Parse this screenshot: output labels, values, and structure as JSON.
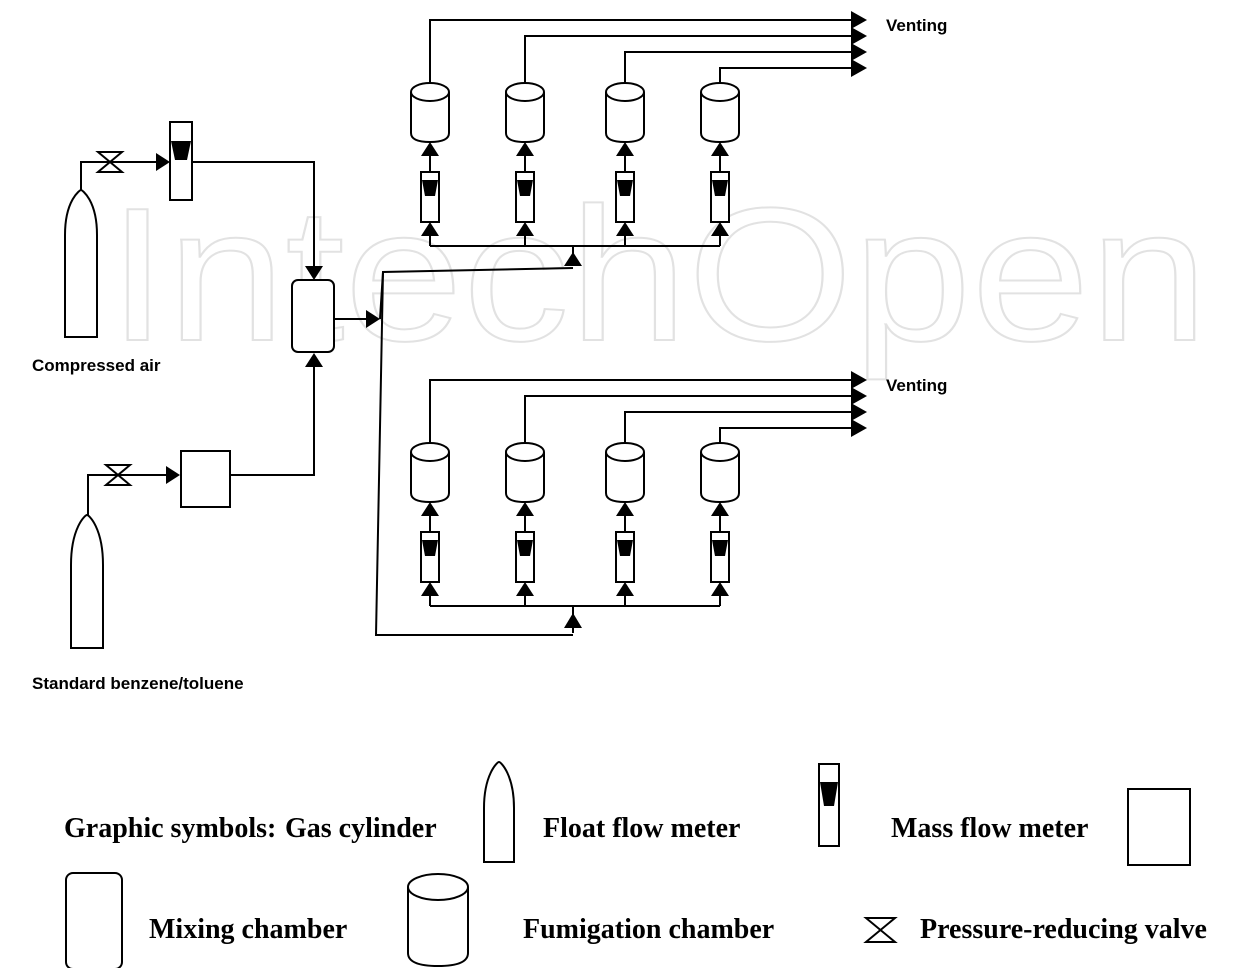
{
  "watermark": "IntechOpen",
  "labels": {
    "compressed_air": "Compressed air",
    "standard_gas": "Standard benzene/toluene",
    "venting_top": "Venting",
    "venting_bottom": "Venting"
  },
  "legend": {
    "title": "Graphic symbols:",
    "gas_cylinder": "Gas cylinder",
    "float_flow_meter": "Float flow meter",
    "mass_flow_meter": "Mass flow meter",
    "mixing_chamber": "Mixing chamber",
    "fumigation_chamber": "Fumigation chamber",
    "pressure_reducing_valve": "Pressure-reducing valve"
  },
  "colors": {
    "line": "#000000",
    "watermark": "#e2e2e2",
    "background": "#ffffff"
  },
  "counts": {
    "fumigation_chambers_per_group": 4,
    "groups": 2
  }
}
